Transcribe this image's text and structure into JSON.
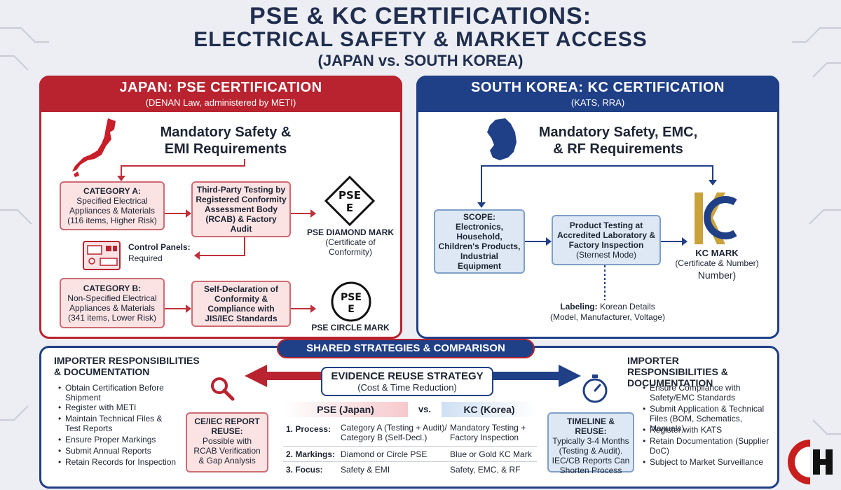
{
  "title": {
    "line1": "PSE & KC CERTIFICATIONS:",
    "line2": "ELECTRICAL SAFETY & MARKET ACCESS",
    "line3": "(JAPAN vs. SOUTH KOREA)"
  },
  "japan": {
    "header": "JAPAN: PSE CERTIFICATION",
    "subheader": "(DENAN Law, administered by METI)",
    "requirement": "Mandatory Safety & EMI Requirements",
    "catA": {
      "title": "CATEGORY A:",
      "desc": "Specified Electrical Appliances & Materials",
      "note": "(116 items, Higher Risk)"
    },
    "testing": "Third-Party Testing by Registered Conformity Assessment Body (RCAB) & Factory Audit",
    "diamond_mark": {
      "logo": "PSE",
      "name": "PSE DIAMOND MARK",
      "note": "(Certificate of Conformity)"
    },
    "control_panels": {
      "label": "Control Panels:",
      "value": "Required"
    },
    "catB": {
      "title": "CATEGORY B:",
      "desc": "Non-Specified Electrical Appliances & Materials",
      "note": "(341 items, Lower Risk)"
    },
    "self_decl": "Self-Declaration of Conformity & Compliance with JIS/IEC Standards",
    "circle_mark": {
      "logo": "PSE",
      "name": "PSE CIRCLE MARK"
    }
  },
  "korea": {
    "header": "SOUTH KOREA: KC CERTIFICATION",
    "subheader": "(KATS, RRA)",
    "requirement": "Mandatory Safety, EMC, & RF Requirements",
    "scope": {
      "title": "SCOPE:",
      "desc": "Electronics, Household, Children's Products, Industrial Equipment"
    },
    "testing": {
      "title": "Product Testing at Accredited Laboratory & Factory Inspection",
      "note": "(Sternest Mode)"
    },
    "kc_mark": {
      "name": "KC MARK",
      "note": "(Certificate & Number)",
      "extra": "Number)"
    },
    "labeling": {
      "label": "Labeling:",
      "value": "Korean Details",
      "detail": "(Model, Manufacturer, Voltage)"
    }
  },
  "shared": {
    "banner": "SHARED STRATEGIES & COMPARISON",
    "left_resp": {
      "title": "IMPORTER RESPONSIBILITIES & DOCUMENTATION",
      "items": [
        "Obtain Certification Before Shipment",
        "Register with METI",
        "Maintain Technical Files & Test Reports",
        "Ensure Proper Markings",
        "Submit Annual Reports",
        "Retain Records for Inspection"
      ]
    },
    "right_resp": {
      "title": "IMPORTER RESPONSIBILITIES & DOCUMENTATION",
      "items": [
        "Ensure Compliance with Safety/EMC Standards",
        "Submit Application & Technical Files (BOM, Schematics, Manuals)",
        "Register with KATS",
        "Retain Documentation (Supplier DoC)",
        "Subject to Market Surveillance"
      ]
    },
    "evidence": {
      "title": "EVIDENCE REUSE STRATEGY",
      "subtitle": "(Cost & Time Reduction)"
    },
    "ce_box": {
      "title": "CE/IEC REPORT REUSE:",
      "desc": "Possible with RCAB Verification & Gap Analysis"
    },
    "timeline_box": {
      "title": "TIMELINE & REUSE:",
      "desc": "Typically 3-4 Months (Testing & Audit). IEC/CB Reports Can Shorten Process"
    },
    "comparison": {
      "col_jp": "PSE (Japan)",
      "vs": "vs.",
      "col_kr": "KC (Korea)",
      "rows": [
        {
          "label": "1. Process:",
          "jp": "Category A (Testing + Audit)/ Category B (Self-Decl.)",
          "kr": "Mandatory Testing + Factory Inspection"
        },
        {
          "label": "2. Markings:",
          "jp": "Diamond or Circle PSE",
          "kr": "Blue or Gold KC Mark"
        },
        {
          "label": "3. Focus:",
          "jp": "Safety & EMI",
          "kr": "Safety, EMC, & RF"
        }
      ]
    }
  },
  "colors": {
    "japan_red": "#b9232f",
    "korea_blue": "#1f3f86",
    "kc_gold": "#c9a23a"
  }
}
